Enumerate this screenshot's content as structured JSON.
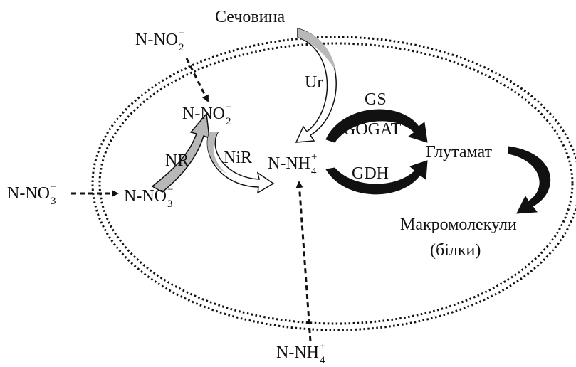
{
  "labels": {
    "urea": "Сечовина",
    "ur": "Ur",
    "gs": "GS",
    "gogat": "GOGAT",
    "gdh": "GDH",
    "glutamate": "Глутамат",
    "macromolecules": "Макромолекули",
    "proteins": "(білки)",
    "nr": "NR",
    "nir": "NiR"
  },
  "ions": {
    "nitrite_outside": {
      "base": "N-NO",
      "sub": "2",
      "sup": "−"
    },
    "nitrite_inside": {
      "base": "N-NO",
      "sub": "2",
      "sup": "−"
    },
    "nitrate_outside": {
      "base": "N-NO",
      "sub": "3",
      "sup": "−"
    },
    "nitrate_inside": {
      "base": "N-NO",
      "sub": "3",
      "sup": "−"
    },
    "ammonium_inside": {
      "base": "N-NH",
      "sub": "4",
      "sup": "+"
    },
    "ammonium_outside": {
      "base": "N-NH",
      "sub": "4",
      "sup": "+"
    }
  },
  "colors": {
    "stroke": "#111111",
    "arrow_fill_gray": "#b8b8b8",
    "arrow_fill_white": "#ffffff",
    "arrow_fill_black": "#111111"
  }
}
